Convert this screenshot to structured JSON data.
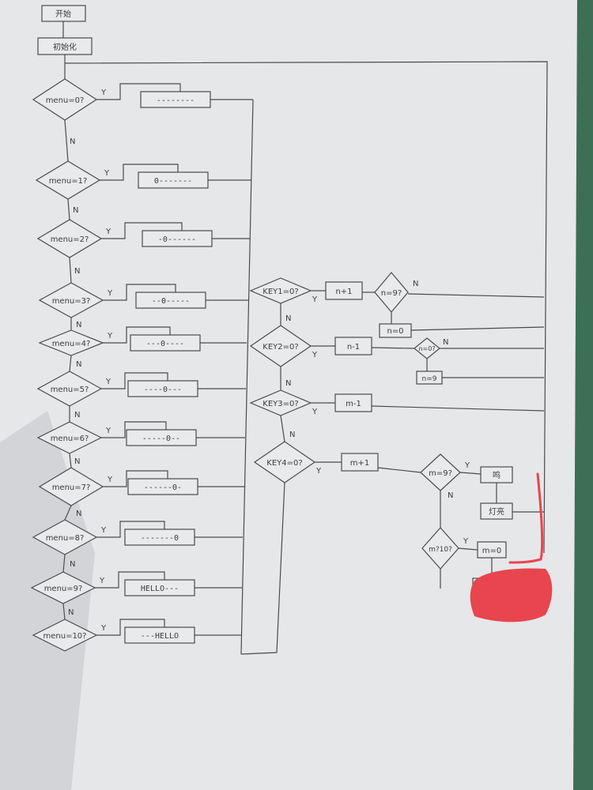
{
  "flowchart": {
    "start": "开始",
    "init": "初始化",
    "menu_nodes": [
      {
        "cond": "menu=0?",
        "out": "--------"
      },
      {
        "cond": "menu=1?",
        "out": "0-------"
      },
      {
        "cond": "menu=2?",
        "out": "-0------"
      },
      {
        "cond": "menu=3?",
        "out": "--0-----"
      },
      {
        "cond": "menu=4?",
        "out": "---0----"
      },
      {
        "cond": "menu=5?",
        "out": "----0---"
      },
      {
        "cond": "menu=6?",
        "out": "-----0--"
      },
      {
        "cond": "menu=7?",
        "out": "------0-"
      },
      {
        "cond": "menu=8?",
        "out": "-------0"
      },
      {
        "cond": "menu=9?",
        "out": "HELLO---"
      },
      {
        "cond": "menu=10?",
        "out": "---HELLO"
      }
    ],
    "key_nodes": [
      {
        "cond": "KEY1=0?",
        "action": "n+1"
      },
      {
        "cond": "KEY2=0?",
        "action": "n-1"
      },
      {
        "cond": "KEY3=0?",
        "action": "m-1"
      },
      {
        "cond": "KEY4=0?",
        "action": "m+1"
      }
    ],
    "n_checks": [
      {
        "cond": "n=9?",
        "reset": "n=0"
      },
      {
        "cond": "n=0?",
        "reset": "n=9"
      }
    ],
    "m_checks": {
      "cond_m9": "m=9?",
      "beep": "鸣",
      "light": "灯亮",
      "cond_m10": "m?10?",
      "reset": "m=0"
    },
    "labels": {
      "yes": "Y",
      "no": "N"
    }
  }
}
